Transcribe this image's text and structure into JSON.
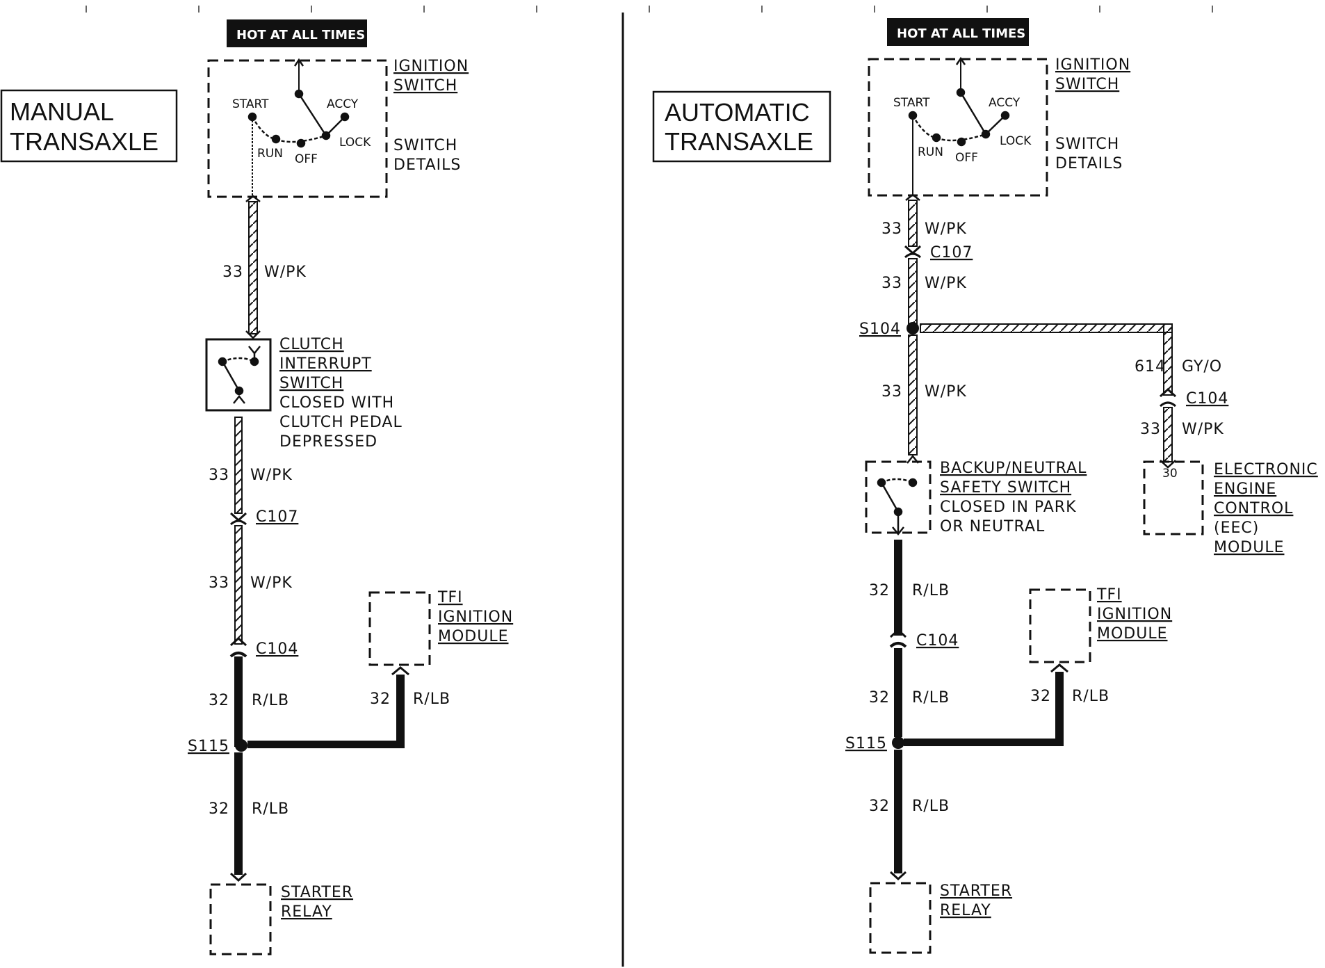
{
  "left": {
    "title_line1": "MANUAL",
    "title_line2": "TRANSAXLE",
    "hot_label": "HOT AT ALL TIMES",
    "ignition": {
      "name_line1": "IGNITION",
      "name_line2": "SWITCH",
      "details_line1": "SWITCH",
      "details_line2": "DETAILS",
      "positions": {
        "start": "START",
        "accy": "ACCY",
        "run": "RUN",
        "off": "OFF",
        "lock": "LOCK"
      }
    },
    "wire_a": {
      "circuit": "33",
      "color": "W/PK"
    },
    "clutch_switch": {
      "line1": "CLUTCH",
      "line2": "INTERRUPT",
      "line3": "SWITCH",
      "line4": "CLOSED WITH",
      "line5": "CLUTCH PEDAL",
      "line6": "DEPRESSED"
    },
    "wire_b": {
      "circuit": "33",
      "color": "W/PK"
    },
    "connector_1": "C107",
    "wire_c": {
      "circuit": "33",
      "color": "W/PK"
    },
    "connector_2": "C104",
    "wire_d": {
      "circuit": "32",
      "color": "R/LB"
    },
    "splice": "S115",
    "wire_e": {
      "circuit": "32",
      "color": "R/LB"
    },
    "wire_tfi": {
      "circuit": "32",
      "color": "R/LB"
    },
    "tfi": {
      "line1": "TFI",
      "line2": "IGNITION",
      "line3": "MODULE"
    },
    "starter": {
      "line1": "STARTER",
      "line2": "RELAY"
    }
  },
  "right": {
    "title_line1": "AUTOMATIC",
    "title_line2": "TRANSAXLE",
    "hot_label": "HOT AT ALL TIMES",
    "ignition": {
      "name_line1": "IGNITION",
      "name_line2": "SWITCH",
      "details_line1": "SWITCH",
      "details_line2": "DETAILS",
      "positions": {
        "start": "START",
        "accy": "ACCY",
        "run": "RUN",
        "off": "OFF",
        "lock": "LOCK"
      }
    },
    "wire_a": {
      "circuit": "33",
      "color": "W/PK"
    },
    "connector_1": "C107",
    "wire_b": {
      "circuit": "33",
      "color": "W/PK"
    },
    "splice_1": "S104",
    "wire_c": {
      "circuit": "33",
      "color": "W/PK"
    },
    "wire_eec_a": {
      "circuit": "614",
      "color": "GY/O"
    },
    "connector_eec": "C104",
    "wire_eec_b": {
      "circuit": "33",
      "color": "W/PK"
    },
    "eec": {
      "pin": "30",
      "line1": "ELECTRONIC",
      "line2": "ENGINE",
      "line3": "CONTROL",
      "line4": "(EEC)",
      "line5": "MODULE"
    },
    "safety_switch": {
      "line1": "BACKUP/NEUTRAL",
      "line2": "SAFETY SWITCH",
      "line3": "CLOSED IN PARK",
      "line4": "OR NEUTRAL"
    },
    "wire_d": {
      "circuit": "32",
      "color": "R/LB"
    },
    "connector_2": "C104",
    "wire_e": {
      "circuit": "32",
      "color": "R/LB"
    },
    "splice_2": "S115",
    "wire_f": {
      "circuit": "32",
      "color": "R/LB"
    },
    "wire_tfi": {
      "circuit": "32",
      "color": "R/LB"
    },
    "tfi": {
      "line1": "TFI",
      "line2": "IGNITION",
      "line3": "MODULE"
    },
    "starter": {
      "line1": "STARTER",
      "line2": "RELAY"
    }
  }
}
